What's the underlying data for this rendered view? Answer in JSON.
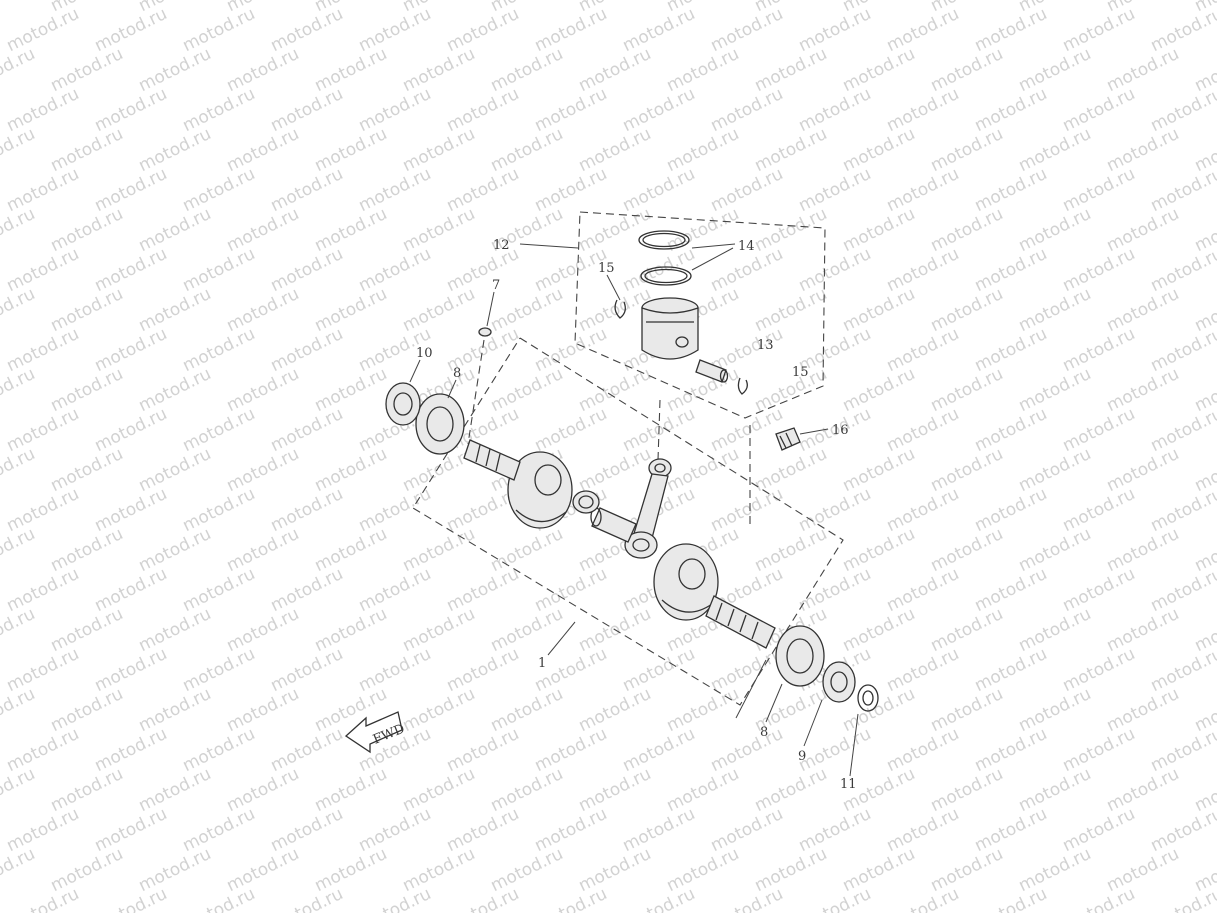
{
  "watermark": {
    "text": "motod.ru"
  },
  "callouts": {
    "c1": "1",
    "c7": "7",
    "c8a": "8",
    "c8b": "8",
    "c9": "9",
    "c10": "10",
    "c11": "11",
    "c12": "12",
    "c13": "13",
    "c14": "14",
    "c15a": "15",
    "c15b": "15",
    "c16": "16"
  },
  "fwd_arrow": {
    "label": "FWD"
  }
}
